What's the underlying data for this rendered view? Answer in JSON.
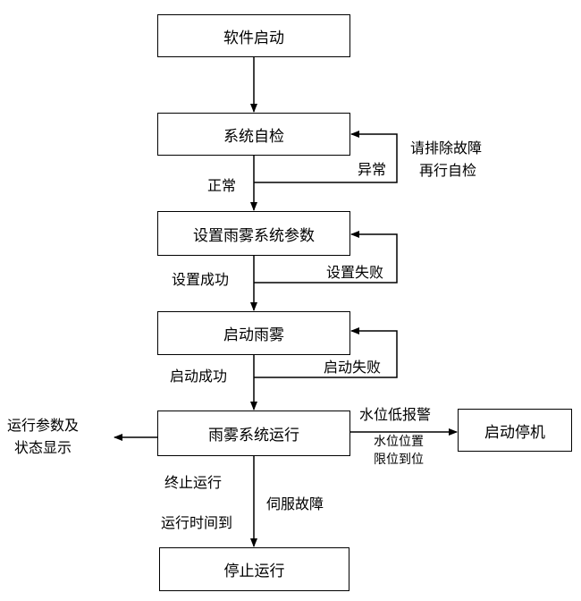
{
  "boxes": {
    "software_start": "软件启动",
    "self_check": "系统自检",
    "set_params": "设置雨雾系统参数",
    "start_fog": "启动雨雾",
    "fog_running": "雨雾系统运行",
    "stop_running": "停止运行",
    "start_shutdown": "启动停机"
  },
  "labels": {
    "normal": "正常",
    "abnormal": "异常",
    "fix_fault_line1": "请排除故障",
    "fix_fault_line2": "再行自检",
    "set_success": "设置成功",
    "set_fail": "设置失败",
    "start_success": "启动成功",
    "start_fail": "启动失败",
    "run_params_line1": "运行参数及",
    "run_params_line2": "状态显示",
    "low_water_alarm": "水位低报警",
    "water_level_line1": "水位位置",
    "water_level_line2": "限位到位",
    "terminate": "终止运行",
    "servo_fault": "伺服故障",
    "time_up": "运行时间到"
  }
}
